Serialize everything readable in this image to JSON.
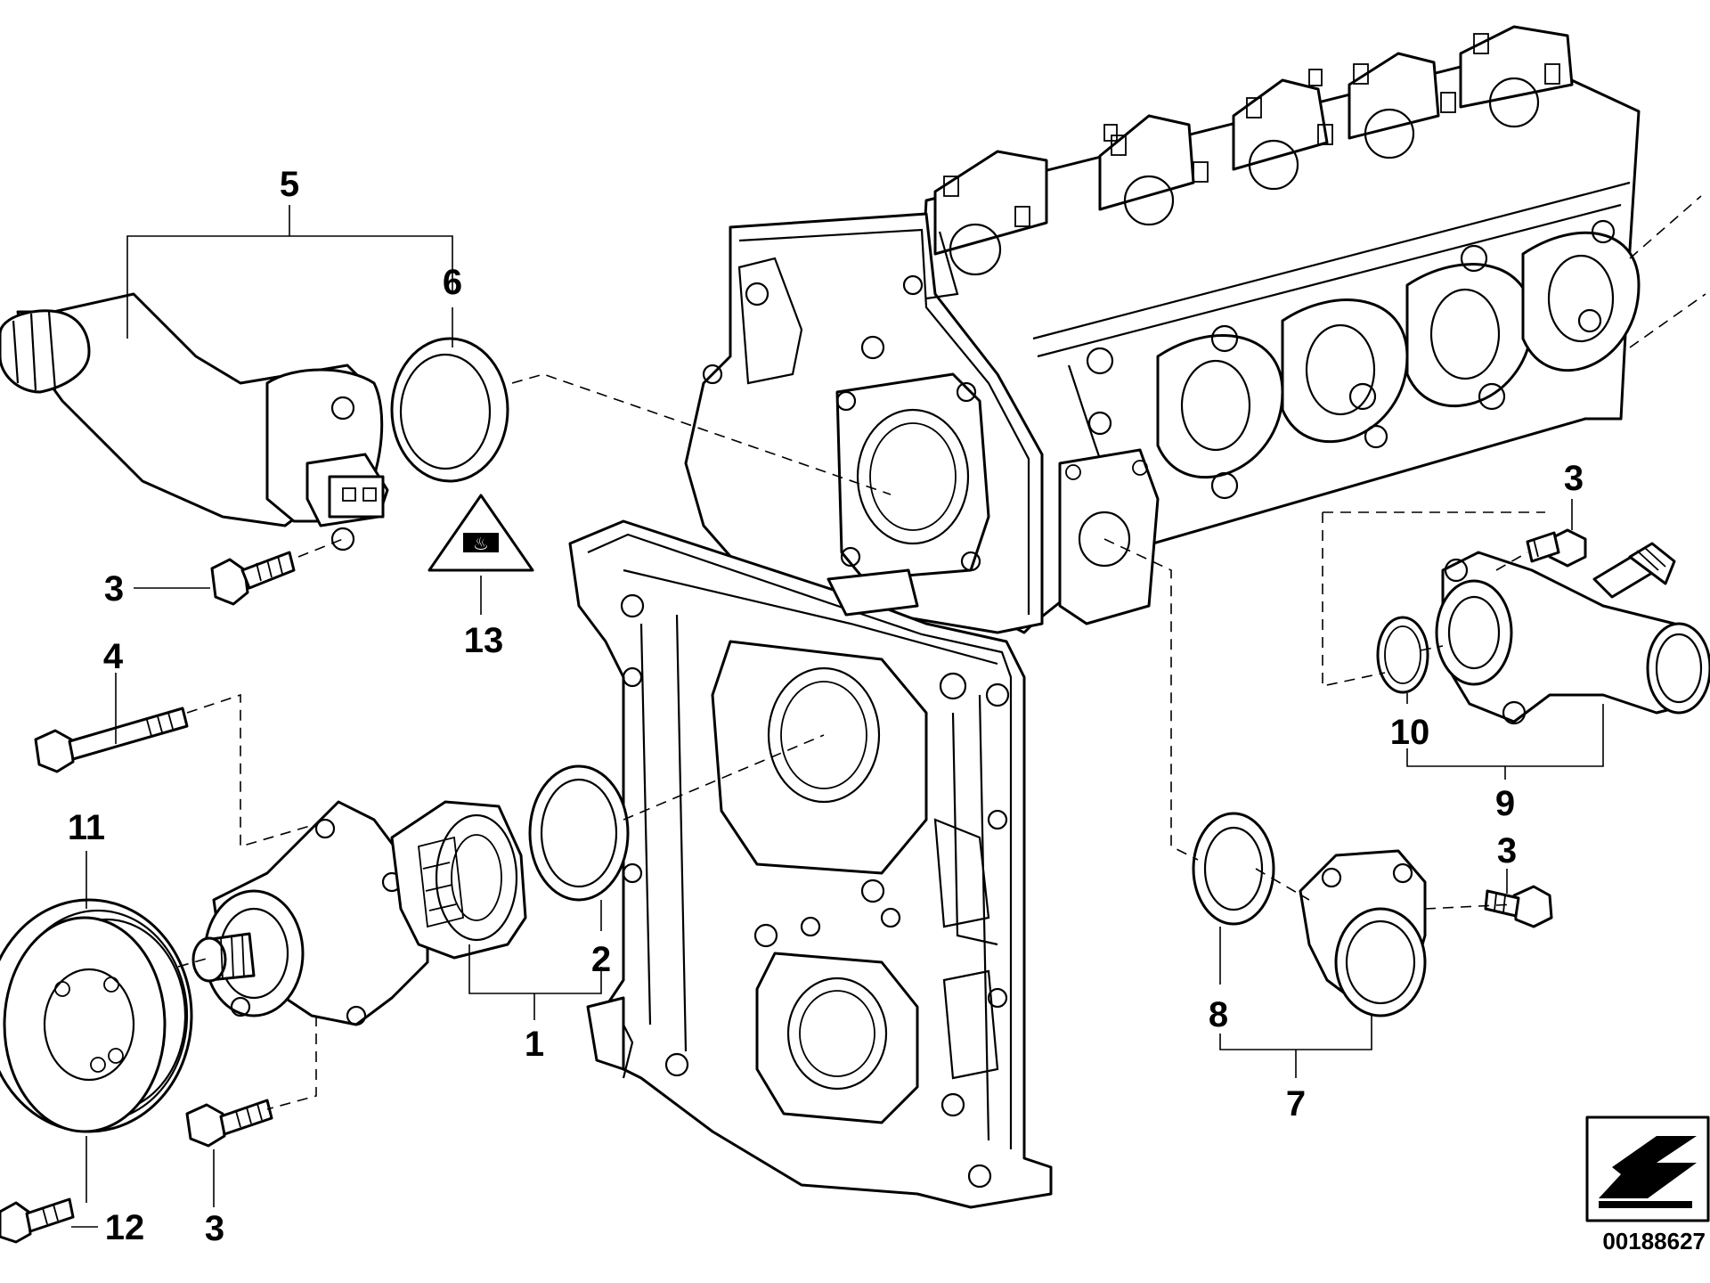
{
  "callouts": {
    "c1": "1",
    "c2": "2",
    "c3a": "3",
    "c3b": "3",
    "c3c": "3",
    "c3d": "3",
    "c4": "4",
    "c5": "5",
    "c6": "6",
    "c7": "7",
    "c8": "8",
    "c9": "9",
    "c10": "10",
    "c11": "11",
    "c12": "12",
    "c13": "13"
  },
  "warning_label": {
    "glyph": "♨"
  },
  "document_id": "00188627",
  "icons": {
    "orientation": "arrow-icon"
  }
}
